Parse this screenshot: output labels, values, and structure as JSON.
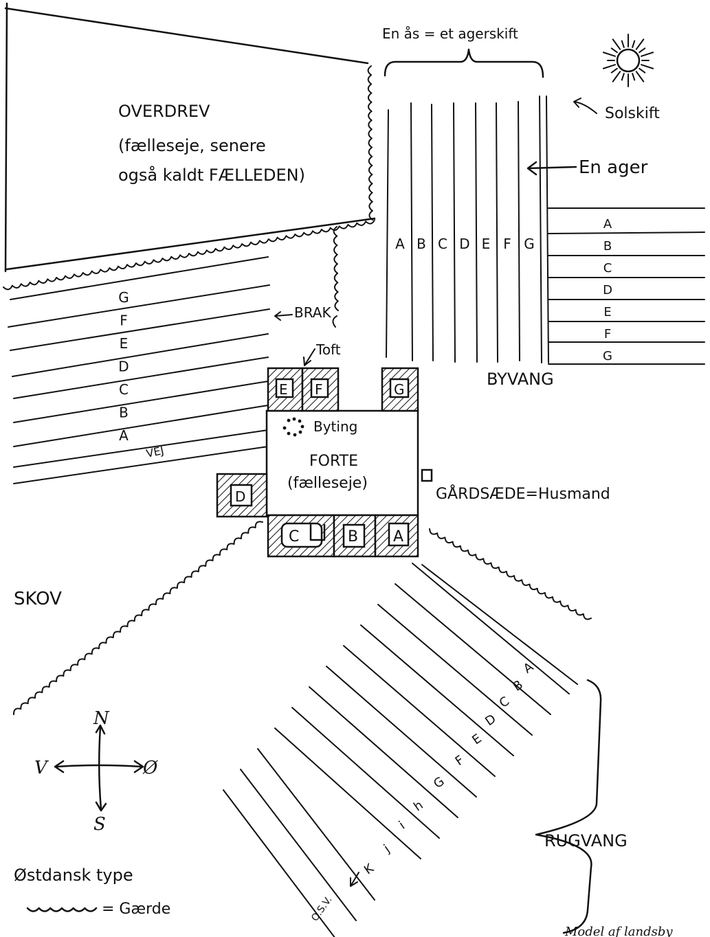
{
  "diagram": {
    "labels": {
      "en_aas": "En ås = et agerskift",
      "solskift": "Solskift",
      "en_ager": "En ager",
      "overdrev_1": "OVERDREV",
      "overdrev_2": "(fælleseje, senere",
      "overdrev_3": "også kaldt FÆLLEDEN)",
      "brak": "BRAK",
      "toft": "Toft",
      "byvang": "BYVANG",
      "byting": "Byting",
      "forte_1": "FORTE",
      "forte_2": "(fælleseje)",
      "gaardsaede": "GÅRDSÆDE=Husmand",
      "skov": "SKOV",
      "rugvang": "RUGVANG",
      "vej": "VEJ",
      "osv": "O.S.V.",
      "oestdansk": "Østdansk type",
      "gaerde": "= Gærde",
      "caption": "Model af landsby"
    },
    "compass": {
      "n": "N",
      "s": "S",
      "v": "V",
      "o": "Ø"
    },
    "byvang_vertical_strips": [
      "A",
      "B",
      "C",
      "D",
      "E",
      "F",
      "G"
    ],
    "byvang_horizontal_strips": [
      "A",
      "B",
      "C",
      "D",
      "E",
      "F",
      "G"
    ],
    "brak_strips": [
      "G",
      "F",
      "E",
      "D",
      "C",
      "B",
      "A"
    ],
    "rugvang_strips": [
      "A",
      "B",
      "C",
      "D",
      "E",
      "F",
      "G",
      "h",
      "i",
      "j",
      "K"
    ],
    "farms": {
      "a": "A",
      "b": "B",
      "c": "C",
      "d": "D",
      "e": "E",
      "f": "F",
      "g": "G"
    }
  }
}
